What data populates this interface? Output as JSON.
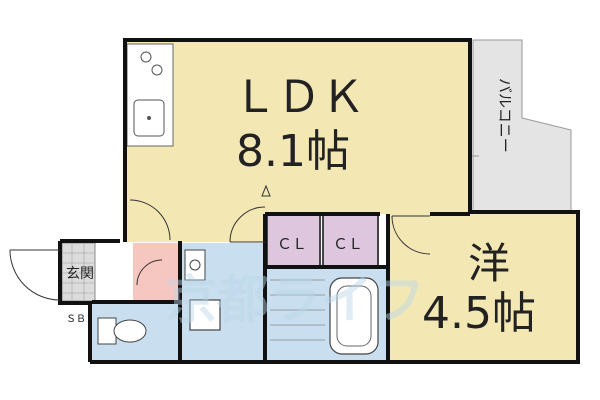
{
  "rooms": {
    "ldk": {
      "name": "ＬＤＫ",
      "size": "8.1帖"
    },
    "western": {
      "name": "洋",
      "size": "4.5帖"
    },
    "balcony": {
      "name": "バルコニー"
    },
    "closet_1": {
      "name": "ＣＬ"
    },
    "closet_2": {
      "name": "ＣＬ"
    },
    "entrance": {
      "name": "玄関"
    },
    "shoe_box": {
      "name": "ＳＢ"
    }
  },
  "watermark": "京都ライフ",
  "colors": {
    "ldk_floor": "#f3e7b4",
    "western_floor": "#f3e7b4",
    "closet": "#ddc6de",
    "balcony": "#e4e4e4",
    "wet_area": "#c9dff0",
    "entrance": "#f6c7c0",
    "wall": "#111111"
  }
}
